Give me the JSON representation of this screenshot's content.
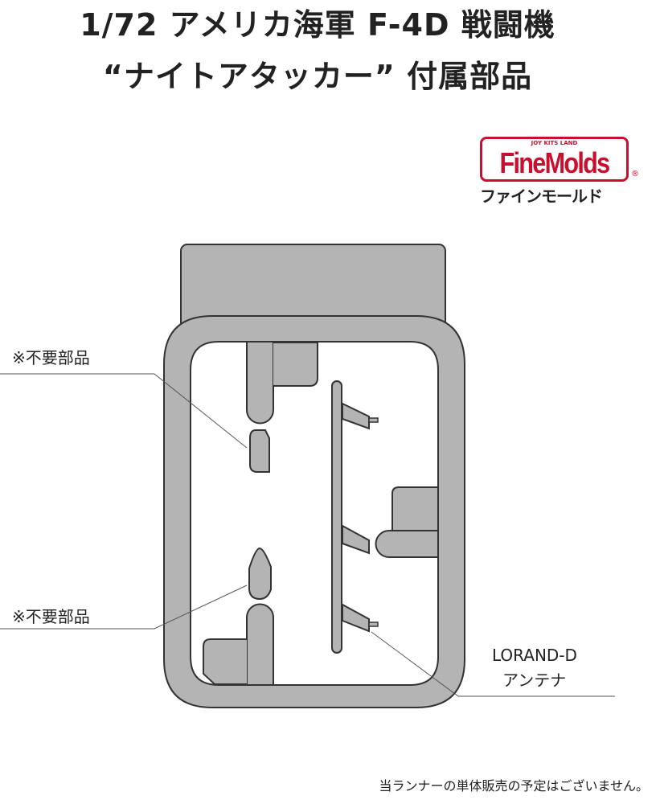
{
  "title": {
    "line1": "1/72 アメリカ海軍 F-4D 戦闘機",
    "line2": "“ナイトアタッカー” 付属部品"
  },
  "logo": {
    "tagline": "JOY KITS LAND",
    "brand": "FineMolds",
    "registered": "®",
    "kana": "ファインモールド"
  },
  "callouts": {
    "unneeded_upper": "※不要部品",
    "unneeded_lower": "※不要部品",
    "antenna_line1": "LORAND-D",
    "antenna_line2": "アンテナ"
  },
  "footer": "当ランナーの単体販売の予定はございません。",
  "colors": {
    "sprue": "#b4b4b4",
    "outline": "#333333",
    "brand": "#c8102e"
  }
}
